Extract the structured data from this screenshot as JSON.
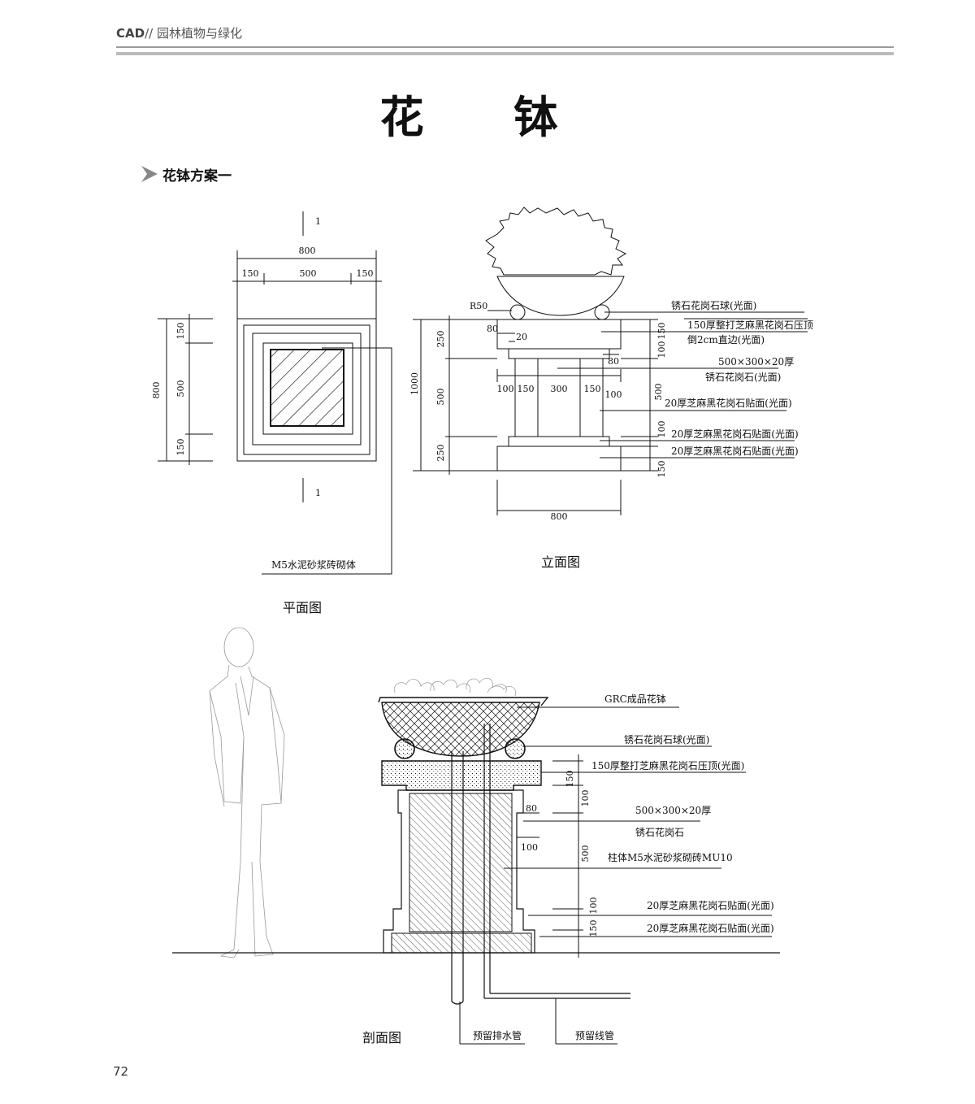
{
  "header": {
    "brand": "CAD",
    "sep": "//",
    "subtitle": "园林植物与绿化"
  },
  "title": "花 钵",
  "section": "花钵方案一",
  "page_number": "72",
  "plan": {
    "caption": "平面图",
    "section_mark": "1",
    "dims_top": {
      "total": "800",
      "a": "150",
      "b": "500",
      "c": "150"
    },
    "dims_left": {
      "total": "800",
      "a": "150",
      "b": "500",
      "c": "150"
    },
    "note": "M5水泥砂浆砖砌体"
  },
  "elevation": {
    "caption": "立面图",
    "r50": "R50",
    "dims_left": {
      "total": "1000",
      "a": "250",
      "b": "500",
      "c": "250"
    },
    "small": {
      "d80": "80",
      "d20": "20",
      "d80b": "80"
    },
    "dims_mid": {
      "a": "100",
      "b": "150",
      "c": "300",
      "d": "150",
      "e": "100"
    },
    "dims_right": {
      "a": "150",
      "b": "100",
      "c": "500",
      "d": "100",
      "e": "150"
    },
    "dim_bottom": "800",
    "labels": {
      "ball": "锈石花岗石球(光面)",
      "cap1": "150厚整打芝麻黑花岗石压顶",
      "cap2": "倒2cm直边(光面)",
      "stone1": "500×300×20厚",
      "stone2": "锈石花岗石(光面)",
      "face1": "20厚芝麻黑花岗石贴面(光面)",
      "face2": "20厚芝麻黑花岗石贴面(光面)",
      "face3": "20厚芝麻黑花岗石贴面(光面)"
    }
  },
  "section_view": {
    "caption": "剖面图",
    "labels": {
      "bowl": "GRC成品花钵",
      "ball": "锈石花岗石球(光面)",
      "cap": "150厚整打芝麻黑花岗石压顶(光面)",
      "stone1": "500×300×20厚",
      "stone2": "锈石花岗石",
      "core": "柱体M5水泥砂浆砌砖MU10",
      "face1": "20厚芝麻黑花岗石贴面(光面)",
      "face2": "20厚芝麻黑花岗石贴面(光面)",
      "drain": "预留排水管",
      "conduit": "预留线管"
    },
    "dims": {
      "a": "150",
      "b": "100",
      "c": "80",
      "d": "100",
      "e": "500",
      "f": "100",
      "g": "150"
    }
  }
}
